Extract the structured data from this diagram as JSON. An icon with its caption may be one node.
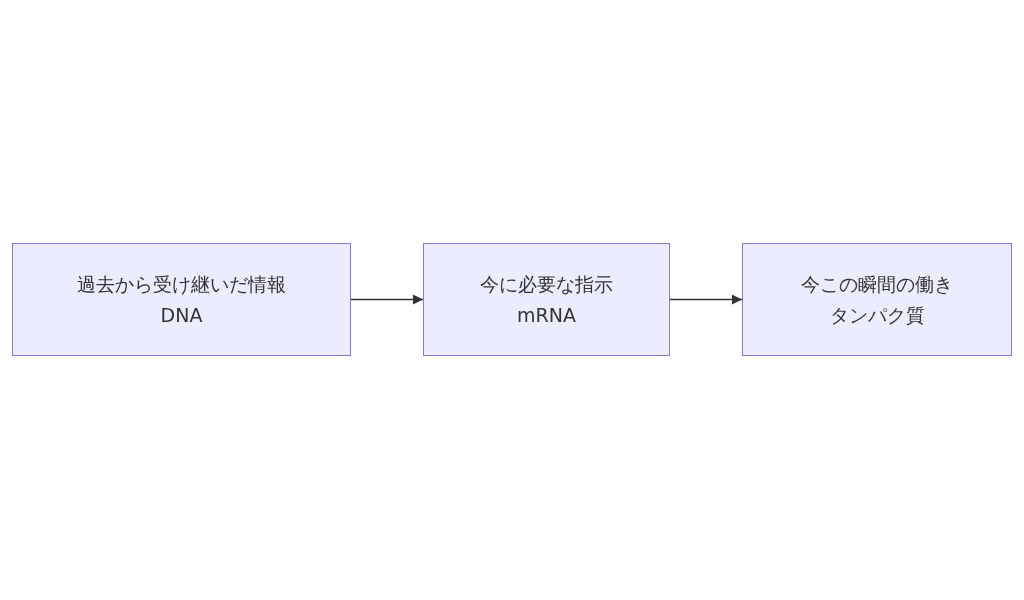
{
  "diagram": {
    "nodes": [
      {
        "text": [
          "過去から受け継いだ情報",
          "DNA"
        ]
      },
      {
        "text": [
          "今に必要な指示",
          "mRNA"
        ]
      },
      {
        "text": [
          "今この瞬間の働き",
          "タンパク質"
        ]
      }
    ],
    "edges": [
      {
        "from": 0,
        "to": 1,
        "arrow": "to"
      },
      {
        "from": 1,
        "to": 2,
        "arrow": "to"
      }
    ]
  }
}
